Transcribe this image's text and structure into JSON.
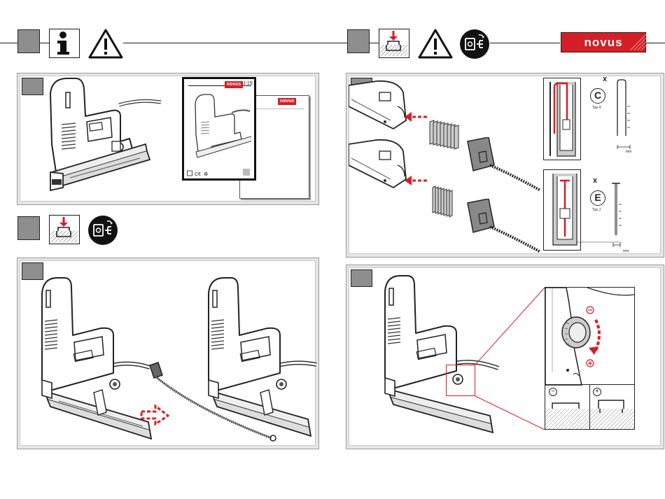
{
  "brand": {
    "logo_text": "novus",
    "logo_color": "#d41f26"
  },
  "icons": {
    "info": "info-icon",
    "warning": "warning-triangle-icon",
    "unplug": "unplug-power-icon",
    "staple_press": "staple-press-icon"
  },
  "manual": {
    "front_logo": "novus",
    "front_model": "J-19",
    "back_logo": "novus"
  },
  "staples": {
    "type_c_letter": "C",
    "type_c_label": "Typ 4",
    "type_e_letter": "E",
    "type_e_label": "Typ J",
    "mm_label": "mm",
    "x_label": "x"
  },
  "depth": {
    "minus": "−",
    "plus": "+"
  },
  "colors": {
    "accent_red": "#d41f26",
    "step_gray": "#8e8e8e",
    "panel_gray": "#e6e6e6"
  }
}
